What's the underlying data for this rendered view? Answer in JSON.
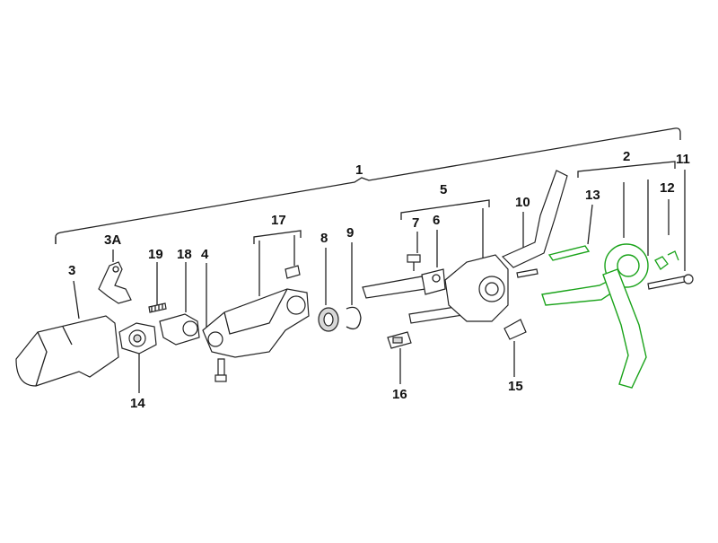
{
  "diagram": {
    "labels": {
      "l1": "1",
      "l2": "2",
      "l3": "3",
      "l3a": "3A",
      "l4": "4",
      "l5": "5",
      "l6": "6",
      "l7": "7",
      "l8": "8",
      "l9": "9",
      "l10": "10",
      "l11": "11",
      "l12": "12",
      "l13": "13",
      "l14": "14",
      "l15": "15",
      "l16": "16",
      "l17": "17",
      "l18": "18",
      "l19": "19"
    },
    "colors": {
      "line": "#222222",
      "highlight": "#1aa31a",
      "background": "#ffffff"
    }
  }
}
